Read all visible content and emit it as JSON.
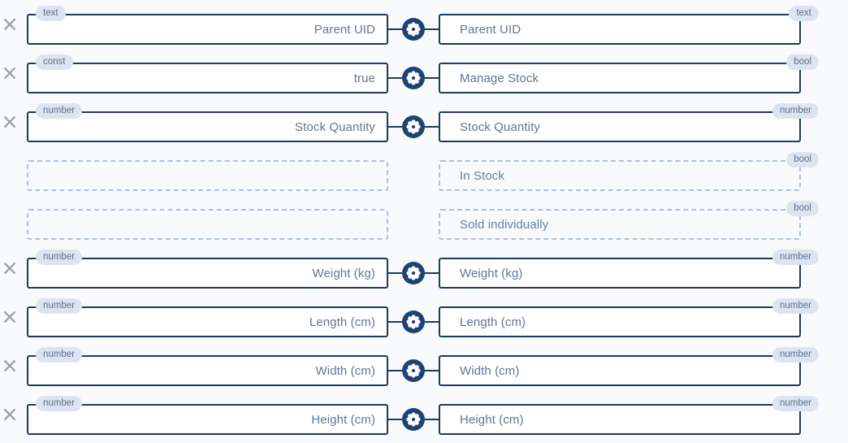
{
  "theme": {
    "background": "#f8fafc",
    "box_border_solid": "#1e3a60",
    "box_border_dashed": "#afc0e2",
    "badge_background": "#dde4f1",
    "badge_text": "#5a6f8f",
    "label_text": "#5f7693",
    "gear_fill": "#1e4272",
    "close_icon": "#9aa3ad"
  },
  "icons": {
    "close": "close-icon",
    "gear": "gear-icon"
  },
  "mapping_rows": [
    {
      "state": "mapped",
      "removable": true,
      "has_connector": true,
      "source": {
        "type": "text",
        "label": "Parent UID"
      },
      "target": {
        "type": "text",
        "label": "Parent UID"
      }
    },
    {
      "state": "mapped",
      "removable": true,
      "has_connector": true,
      "source": {
        "type": "const",
        "label": "true"
      },
      "target": {
        "type": "bool",
        "label": "Manage Stock"
      }
    },
    {
      "state": "mapped",
      "removable": true,
      "has_connector": true,
      "source": {
        "type": "number",
        "label": "Stock Quantity"
      },
      "target": {
        "type": "number",
        "label": "Stock Quantity"
      }
    },
    {
      "state": "unmapped",
      "removable": false,
      "has_connector": false,
      "source": {
        "type": "",
        "label": ""
      },
      "target": {
        "type": "bool",
        "label": "In Stock"
      }
    },
    {
      "state": "unmapped",
      "removable": false,
      "has_connector": false,
      "source": {
        "type": "",
        "label": ""
      },
      "target": {
        "type": "bool",
        "label": "Sold individually"
      }
    },
    {
      "state": "mapped",
      "removable": true,
      "has_connector": true,
      "source": {
        "type": "number",
        "label": "Weight (kg)"
      },
      "target": {
        "type": "number",
        "label": "Weight (kg)"
      }
    },
    {
      "state": "mapped",
      "removable": true,
      "has_connector": true,
      "source": {
        "type": "number",
        "label": "Length (cm)"
      },
      "target": {
        "type": "number",
        "label": "Length (cm)"
      }
    },
    {
      "state": "mapped",
      "removable": true,
      "has_connector": true,
      "source": {
        "type": "number",
        "label": "Width (cm)"
      },
      "target": {
        "type": "number",
        "label": "Width (cm)"
      }
    },
    {
      "state": "mapped",
      "removable": true,
      "has_connector": true,
      "source": {
        "type": "number",
        "label": "Height (cm)"
      },
      "target": {
        "type": "number",
        "label": "Height (cm)"
      }
    }
  ]
}
